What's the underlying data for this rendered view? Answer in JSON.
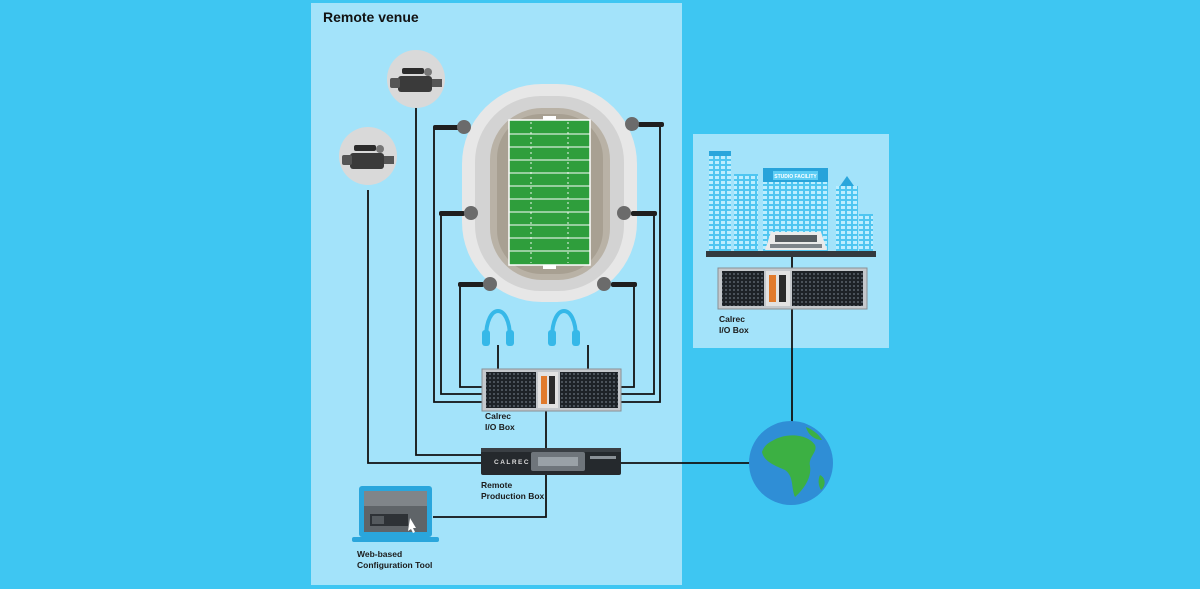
{
  "venue": {
    "title": "Remote venue"
  },
  "labels": {
    "venue_io_box": [
      "Calrec",
      "I/O Box"
    ],
    "studio_io_box": [
      "Calrec",
      "I/O Box"
    ],
    "remote_production_box": [
      "Remote",
      "Production Box"
    ],
    "config_tool": [
      "Web-based",
      "Configuration Tool"
    ]
  },
  "studio": {
    "sign": "STUDIO FACILITY"
  },
  "device": {
    "brand": "CALREC"
  },
  "icons": {
    "cameras": [
      "video-camera-icon",
      "video-camera-icon"
    ],
    "microphones": [
      "microphone-icon",
      "microphone-icon",
      "microphone-icon",
      "microphone-icon",
      "microphone-icon",
      "microphone-icon"
    ],
    "headphones": [
      "headphones-icon",
      "headphones-icon"
    ],
    "other": [
      "stadium-icon",
      "globe-icon",
      "laptop-icon",
      "studio-building-icon",
      "mixing-console-icon",
      "rack-unit-icon"
    ]
  },
  "colors": {
    "background": "#3ec6f2",
    "panel": "#a3e3fa",
    "line": "#111111",
    "field": "#2f9e3c",
    "headphones": "#36b8e8",
    "globe_ocean": "#2f8ed6",
    "globe_land": "#3cb043"
  }
}
